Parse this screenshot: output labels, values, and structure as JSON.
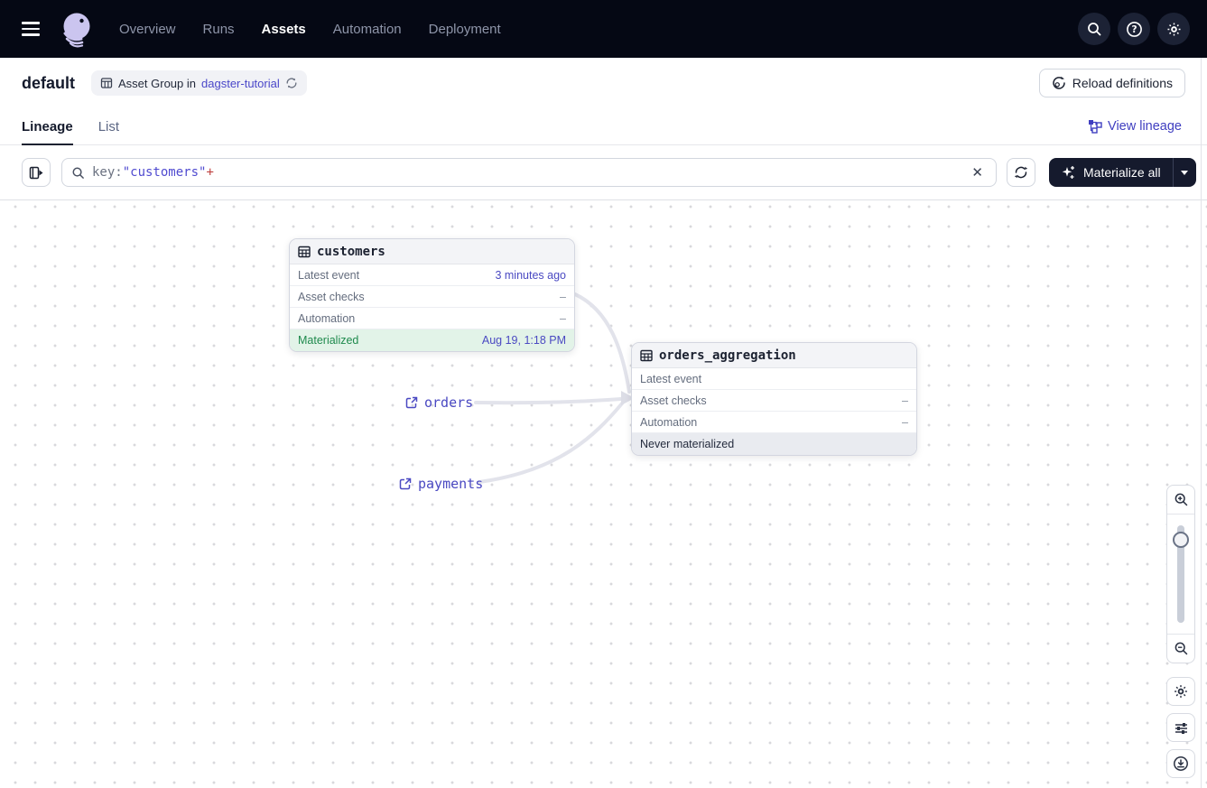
{
  "nav": {
    "items": [
      {
        "label": "Overview",
        "active": false
      },
      {
        "label": "Runs",
        "active": false
      },
      {
        "label": "Assets",
        "active": true
      },
      {
        "label": "Automation",
        "active": false
      },
      {
        "label": "Deployment",
        "active": false
      }
    ]
  },
  "header": {
    "title": "default",
    "badge_text": "Asset Group in",
    "badge_link": "dagster-tutorial",
    "reload_label": "Reload definitions"
  },
  "tabs": {
    "lineage": "Lineage",
    "list": "List",
    "view_lineage": "View lineage"
  },
  "toolbar": {
    "search_prefix": "key:",
    "search_quoted": "\"customers\"",
    "search_suffix": "+",
    "materialize_label": "Materialize all"
  },
  "graph": {
    "nodes": [
      {
        "title": "customers",
        "rows": [
          {
            "label": "Latest event",
            "value": "3 minutes ago"
          },
          {
            "label": "Asset checks",
            "value": "–"
          },
          {
            "label": "Automation",
            "value": "–"
          }
        ],
        "status": {
          "label": "Materialized",
          "value": "Aug 19, 1:18 PM",
          "type": "success"
        }
      },
      {
        "title": "orders_aggregation",
        "rows": [
          {
            "label": "Latest event",
            "value": ""
          },
          {
            "label": "Asset checks",
            "value": "–"
          },
          {
            "label": "Automation",
            "value": "–"
          }
        ],
        "status": {
          "label": "Never materialized",
          "value": "",
          "type": "neutral"
        }
      }
    ],
    "external_assets": [
      {
        "name": "orders"
      },
      {
        "name": "payments"
      }
    ]
  },
  "colors": {
    "nav_bg": "#050814",
    "accent_link": "#4a47c9",
    "materialize_bg": "#151a2d",
    "success_text": "#1f8a4d",
    "success_bg": "#e2f3e8",
    "edge": "#e2e3eb",
    "search_quoted": "#504bd0",
    "search_plus": "#bf4240"
  }
}
